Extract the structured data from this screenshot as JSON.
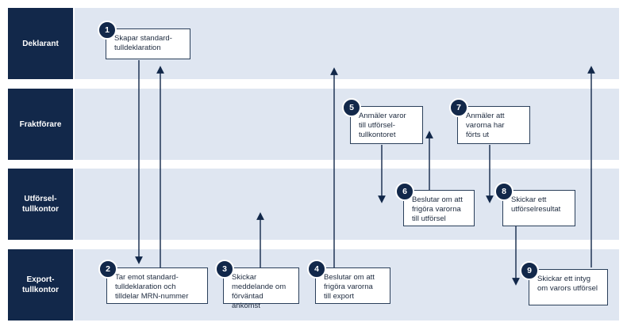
{
  "lanes": [
    {
      "label": "Deklarant"
    },
    {
      "label": "Fraktförare"
    },
    {
      "label": "Utförsel-\ntullkontor"
    },
    {
      "label": "Export-\ntullkontor"
    }
  ],
  "steps": [
    {
      "number": "1",
      "text": "Skapar standard-\ntulldeklaration"
    },
    {
      "number": "2",
      "text": "Tar emot standard-\ntulldeklaration och\ntilldelar MRN-nummer"
    },
    {
      "number": "3",
      "text": "Skickar\nmeddelande om\nförväntad ankomst"
    },
    {
      "number": "4",
      "text": "Beslutar om att\nfrigöra varorna\ntill export"
    },
    {
      "number": "5",
      "text": "Anmäler varor\ntill utförsel-\ntullkontoret"
    },
    {
      "number": "6",
      "text": "Beslutar om att\nfrigöra varorna\ntill utförsel"
    },
    {
      "number": "7",
      "text": "Anmäler att\nvarorna har\nförts ut"
    },
    {
      "number": "8",
      "text": "Skickar ett\nutförselresultat"
    },
    {
      "number": "9",
      "text": "Skickar ett intyg\nom varors utförsel"
    }
  ],
  "colors": {
    "lane_label": "#12284a",
    "lane_body": "#dfe6f1",
    "badge": "#12284a",
    "arrow": "#12284a"
  }
}
